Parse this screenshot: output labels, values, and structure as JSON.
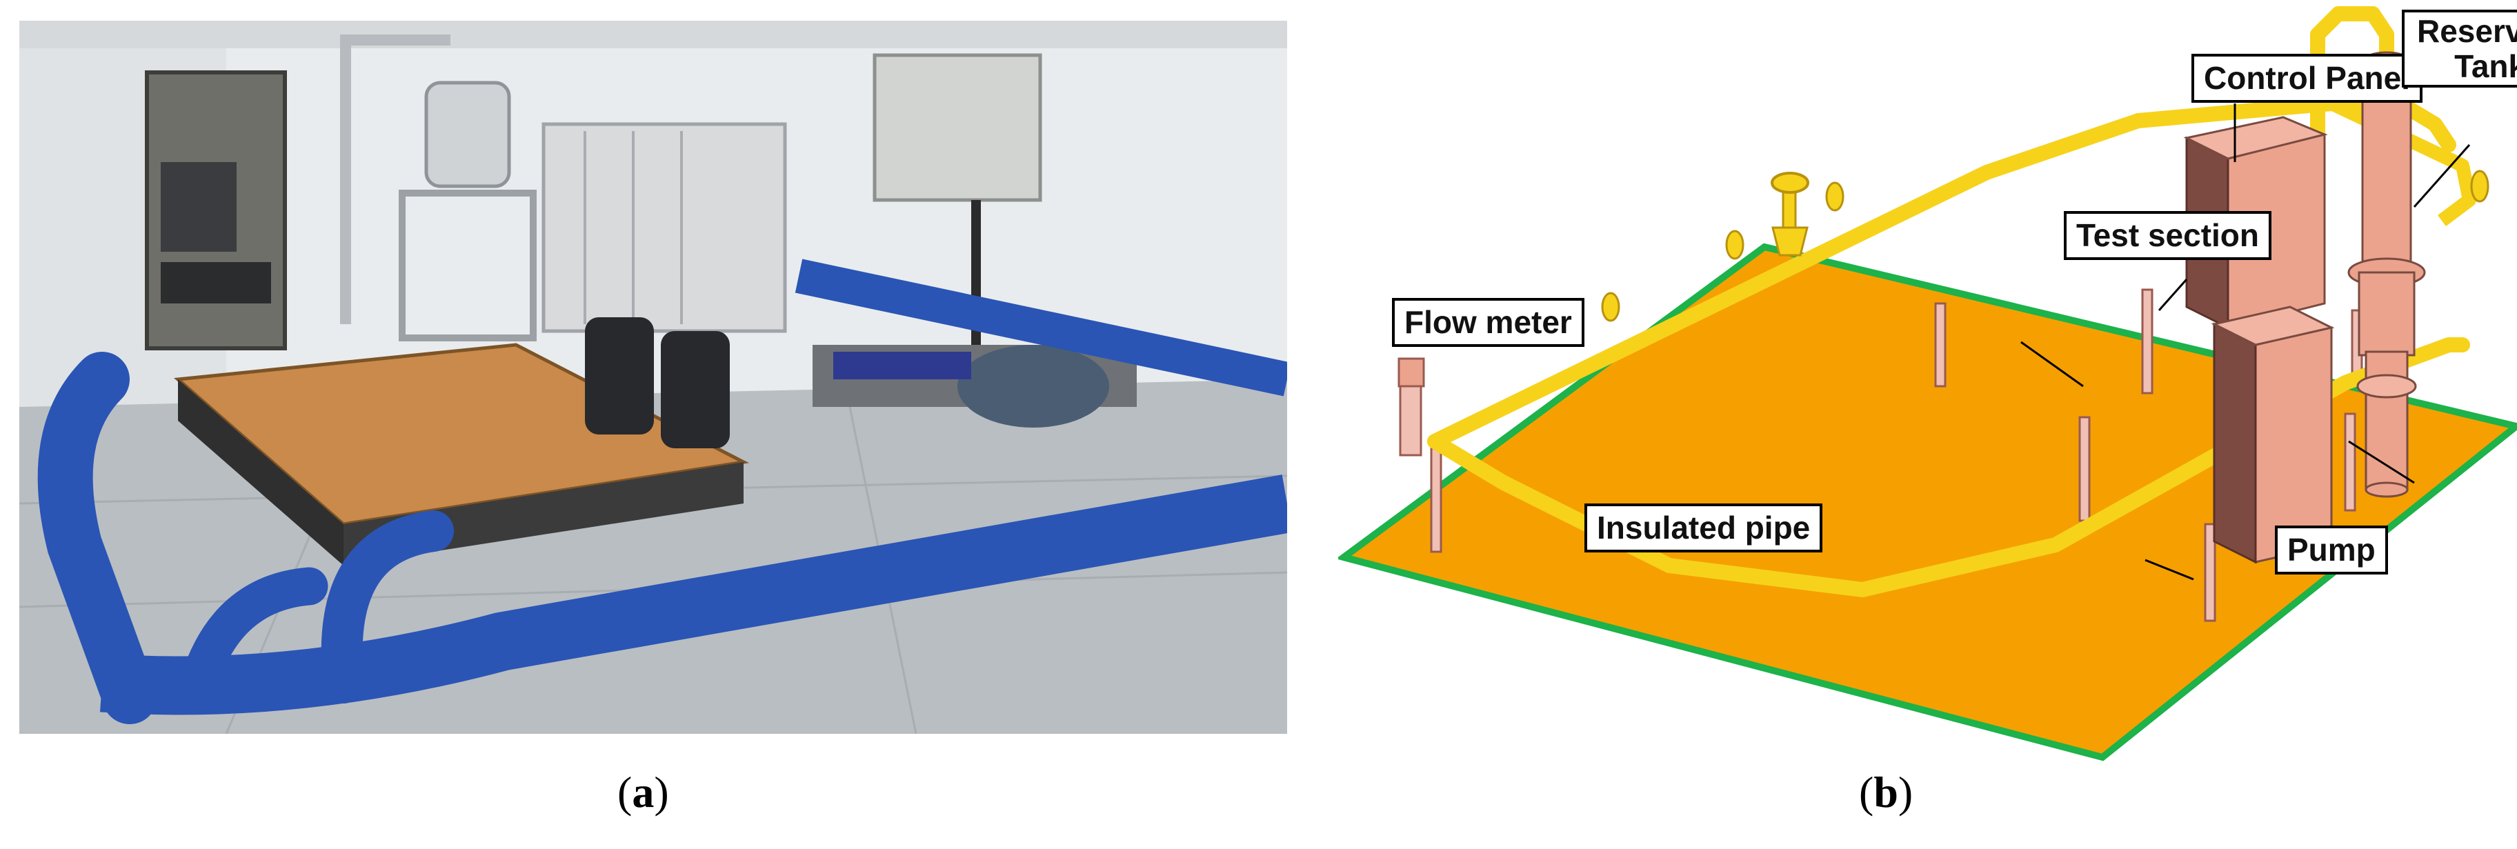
{
  "panels": {
    "a": {
      "caption_open": "(",
      "caption_letter": "a",
      "caption_close": ")"
    },
    "b": {
      "caption_open": "(",
      "caption_letter": "b",
      "caption_close": ")",
      "labels": {
        "control_panel": "Control Panel",
        "reservoir_tank_line1": "Reservoir",
        "reservoir_tank_line2": "Tank",
        "test_section": "Test section",
        "flow_meter": "Flow meter",
        "insulated_pipe": "Insulated pipe",
        "pump": "Pump"
      }
    }
  },
  "colors": {
    "floor": "#f5a000",
    "floor_edge": "#1db24a",
    "pipe": "#f7d21b",
    "equipment": "#eba38d",
    "insulation": "#2a55b5",
    "table_top": "#c98a4b"
  }
}
